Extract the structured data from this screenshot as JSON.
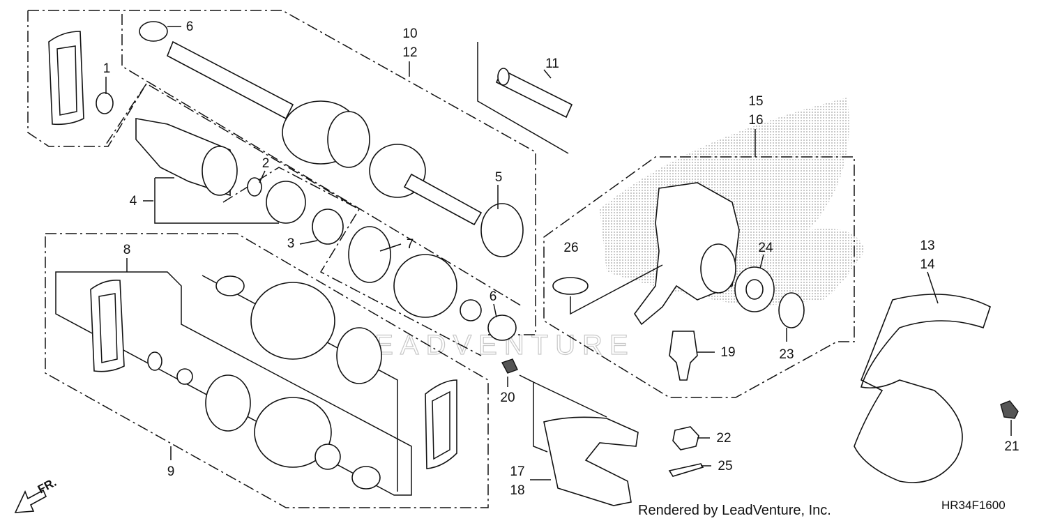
{
  "diagram": {
    "callouts": {
      "c1": "1",
      "c2": "2",
      "c3": "3",
      "c4": "4",
      "c5": "5",
      "c6a": "6",
      "c6b": "6",
      "c7": "7",
      "c8": "8",
      "c9": "9",
      "c10": "10",
      "c11": "11",
      "c12": "12",
      "c13": "13",
      "c14": "14",
      "c15": "15",
      "c16": "16",
      "c17": "17",
      "c18": "18",
      "c19": "19",
      "c20": "20",
      "c21": "21",
      "c22": "22",
      "c23": "23",
      "c24": "24",
      "c25": "25",
      "c26": "26"
    },
    "direction_label": "FR.",
    "credit": "Rendered by LeadVenture, Inc.",
    "drawing_code": "HR34F1600",
    "watermark": "LEADVENTURE"
  }
}
